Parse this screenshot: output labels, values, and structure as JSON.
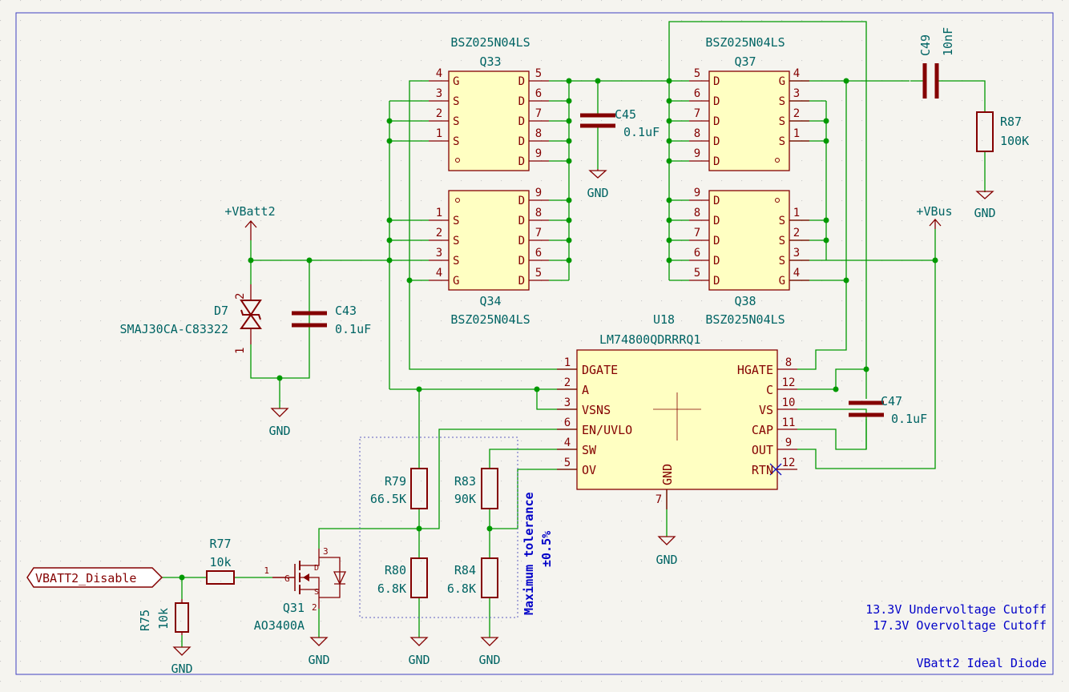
{
  "mosfets": {
    "q33": {
      "ref": "Q33",
      "value": "BSZ025N04LS"
    },
    "q34": {
      "ref": "Q34",
      "value": "BSZ025N04LS"
    },
    "q37": {
      "ref": "Q37",
      "value": "BSZ025N04LS"
    },
    "q38": {
      "ref": "Q38",
      "value": "BSZ025N04LS"
    }
  },
  "pins": {
    "q33_left": [
      "4",
      "3",
      "2",
      "1"
    ],
    "q33_left_names": [
      "G",
      "S",
      "S",
      "S"
    ],
    "q33_right": [
      "5",
      "6",
      "7",
      "8",
      "9"
    ],
    "q34_left": [
      "1",
      "2",
      "3",
      "4"
    ],
    "q34_left_names": [
      "S",
      "S",
      "S",
      "G"
    ],
    "q34_right": [
      "9",
      "8",
      "7",
      "6",
      "5"
    ],
    "q37_left": [
      "5",
      "6",
      "7",
      "8",
      "9"
    ],
    "q37_right": [
      "4",
      "3",
      "2",
      "1"
    ],
    "q37_right_names": [
      "G",
      "S",
      "S",
      "S"
    ],
    "q38_left": [
      "9",
      "8",
      "7",
      "6",
      "5"
    ],
    "q38_right": [
      "1",
      "2",
      "3",
      "4"
    ],
    "q38_right_names": [
      "S",
      "S",
      "S",
      "G"
    ],
    "d_name": "D"
  },
  "controller": {
    "ref": "U18",
    "value": "LM74800QDRRRQ1",
    "left_pins": [
      {
        "num": "1",
        "name": "DGATE"
      },
      {
        "num": "2",
        "name": "A"
      },
      {
        "num": "3",
        "name": "VSNS"
      },
      {
        "num": "6",
        "name": "EN/UVLO"
      },
      {
        "num": "4",
        "name": "SW"
      },
      {
        "num": "5",
        "name": "OV"
      }
    ],
    "right_pins": [
      {
        "num": "8",
        "name": "HGATE"
      },
      {
        "num": "12",
        "name": "C"
      },
      {
        "num": "10",
        "name": "VS"
      },
      {
        "num": "11",
        "name": "CAP"
      },
      {
        "num": "9",
        "name": "OUT"
      },
      {
        "num": "12",
        "name": "RTN"
      }
    ],
    "gnd_pin": {
      "num": "7",
      "name": "GND"
    }
  },
  "capacitors": {
    "c43": {
      "ref": "C43",
      "value": "0.1uF"
    },
    "c45": {
      "ref": "C45",
      "value": "0.1uF"
    },
    "c47": {
      "ref": "C47",
      "value": "0.1uF"
    },
    "c49": {
      "ref": "C49",
      "value": "10nF"
    }
  },
  "resistors": {
    "r75": {
      "ref": "R75",
      "value": "10k"
    },
    "r77": {
      "ref": "R77",
      "value": "10k"
    },
    "r79": {
      "ref": "R79",
      "value": "66.5K"
    },
    "r80": {
      "ref": "R80",
      "value": "6.8K"
    },
    "r83": {
      "ref": "R83",
      "value": "90K"
    },
    "r84": {
      "ref": "R84",
      "value": "6.8K"
    },
    "r87": {
      "ref": "R87",
      "value": "100K"
    }
  },
  "diode": {
    "ref": "D7",
    "value": "SMAJ30CA-C83322",
    "pin1": "1",
    "pin2": "2"
  },
  "transistor": {
    "ref": "Q31",
    "value": "AO3400A",
    "pin_g": "1",
    "pin_d": "3",
    "pin_s": "2",
    "label_g": "G",
    "label_d": "D",
    "label_s": "S"
  },
  "power": {
    "vbatt": "+VBatt2",
    "vbus": "+VBus",
    "gnd": "GND"
  },
  "net_label": "VBATT2_Disable",
  "notes": {
    "tolerance_line1": "Maximum tolerance",
    "tolerance_line2": "±0.5%",
    "undervoltage": "13.3V Undervoltage Cutoff",
    "overvoltage": "17.3V Overvoltage Cutoff",
    "title": "VBatt2 Ideal Diode"
  },
  "colors": {
    "background": "#f5f4ef",
    "wire": "#009900",
    "component": "#840000",
    "body_fill": "#ffffc2",
    "text_teal": "#006464",
    "note_blue": "#0000c8",
    "border": "#4040c0"
  }
}
